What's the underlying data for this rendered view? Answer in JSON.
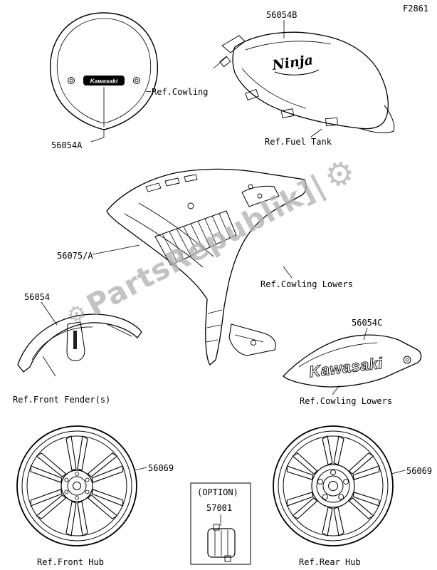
{
  "page": {
    "figure_code": "F2861",
    "background_color": "#ffffff",
    "line_color": "#000000",
    "watermark_color": "#b3b3b3"
  },
  "watermark": {
    "text": "PartsRepublik]|",
    "gear_glyph": "⚙"
  },
  "labels": {
    "cowling_part": "56054A",
    "cowling_ref": "Ref.Cowling",
    "fuel_tank_part": "56054B",
    "fuel_tank_ref": "Ref.Fuel Tank",
    "upper_cowling_part": "56075/A",
    "upper_cowling_ref": "Ref.Cowling Lowers",
    "front_fender_part": "56054",
    "front_fender_ref": "Ref.Front Fender(s)",
    "lower_cowling_part": "56054C",
    "lower_cowling_ref": "Ref.Cowling Lowers",
    "front_wheel_part": "56069",
    "front_wheel_ref": "Ref.Front Hub",
    "rear_wheel_part": "56069",
    "rear_wheel_ref": "Ref.Rear Hub",
    "option_label": "(OPTION)",
    "option_part": "57001"
  },
  "decals": {
    "windshield_badge": "Kawasaki",
    "tank_logo": "Ninja",
    "lower_cowling_logo": "Kawasaki"
  }
}
